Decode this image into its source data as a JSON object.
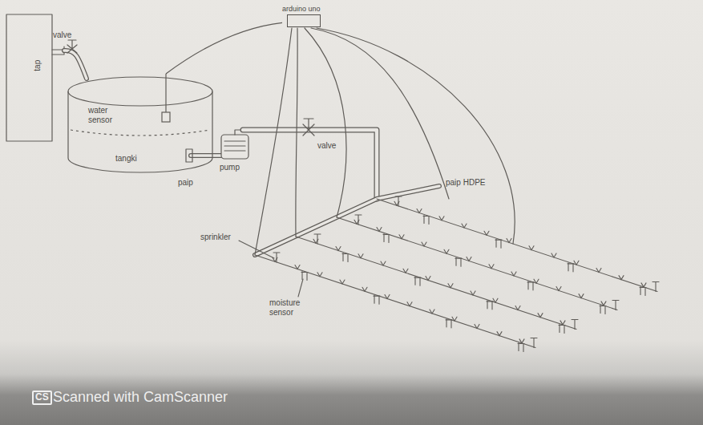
{
  "diagram": {
    "nodes": [
      {
        "text": [
          "arduino uno"
        ]
      },
      {
        "text": [
          "water sensor",
          "tangki"
        ]
      }
    ],
    "edges": [
      {
        "from": 0,
        "to": 1,
        "arrow": "none"
      }
    ],
    "labels": [
      "valve",
      "tap",
      "paip",
      "pump",
      "valve",
      "paip HDPE",
      "sprinkler",
      "moisture sensor",
      "CS",
      "Scanned with CamScanner"
    ]
  }
}
